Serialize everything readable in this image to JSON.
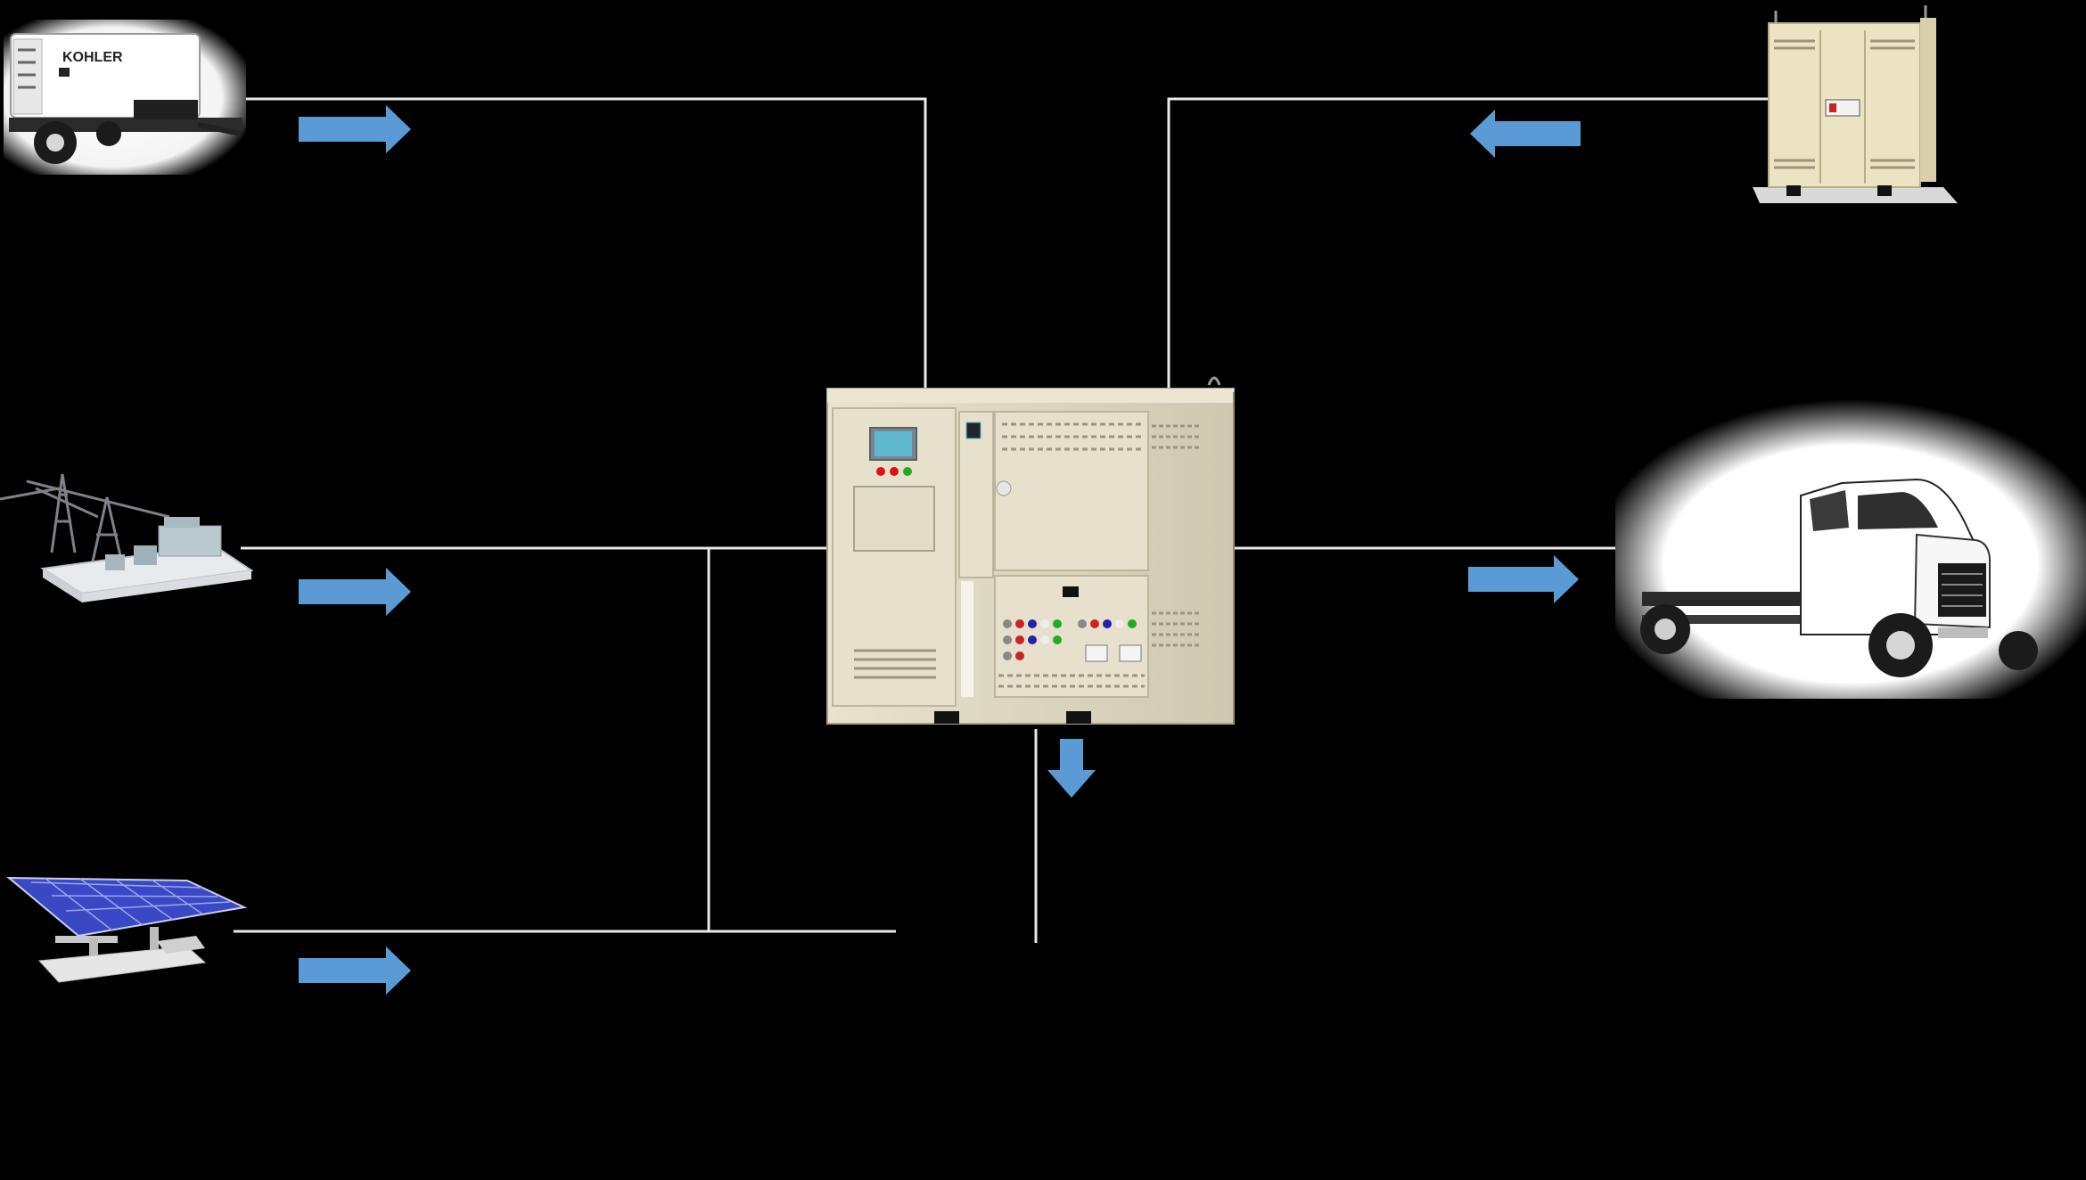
{
  "generator": {
    "brand_text": "KOHLER",
    "icon": "portable-generator-trailer-icon"
  },
  "utility": {
    "icon": "utility-substation-icon"
  },
  "solar": {
    "icon": "solar-panel-array-icon"
  },
  "hub": {
    "icon": "power-distribution-cabinet-icon"
  },
  "storage": {
    "icon": "battery-storage-cabinet-icon"
  },
  "vehicle": {
    "icon": "utility-truck-chassis-icon"
  },
  "colors": {
    "arrow": "#5b9bd5",
    "wire": "#e9e9e9",
    "cabinet": "#ddd7c2",
    "background": "#000000",
    "screen": "#5fb7cf"
  },
  "flows": [
    {
      "from": "generator",
      "to": "hub",
      "direction": "right"
    },
    {
      "from": "utility",
      "to": "hub",
      "direction": "right"
    },
    {
      "from": "solar",
      "to": "hub",
      "direction": "right"
    },
    {
      "from": "storage",
      "to": "hub",
      "direction": "left"
    },
    {
      "from": "hub",
      "to": "vehicle",
      "direction": "right"
    },
    {
      "from": "hub",
      "to": "output",
      "direction": "down"
    }
  ]
}
